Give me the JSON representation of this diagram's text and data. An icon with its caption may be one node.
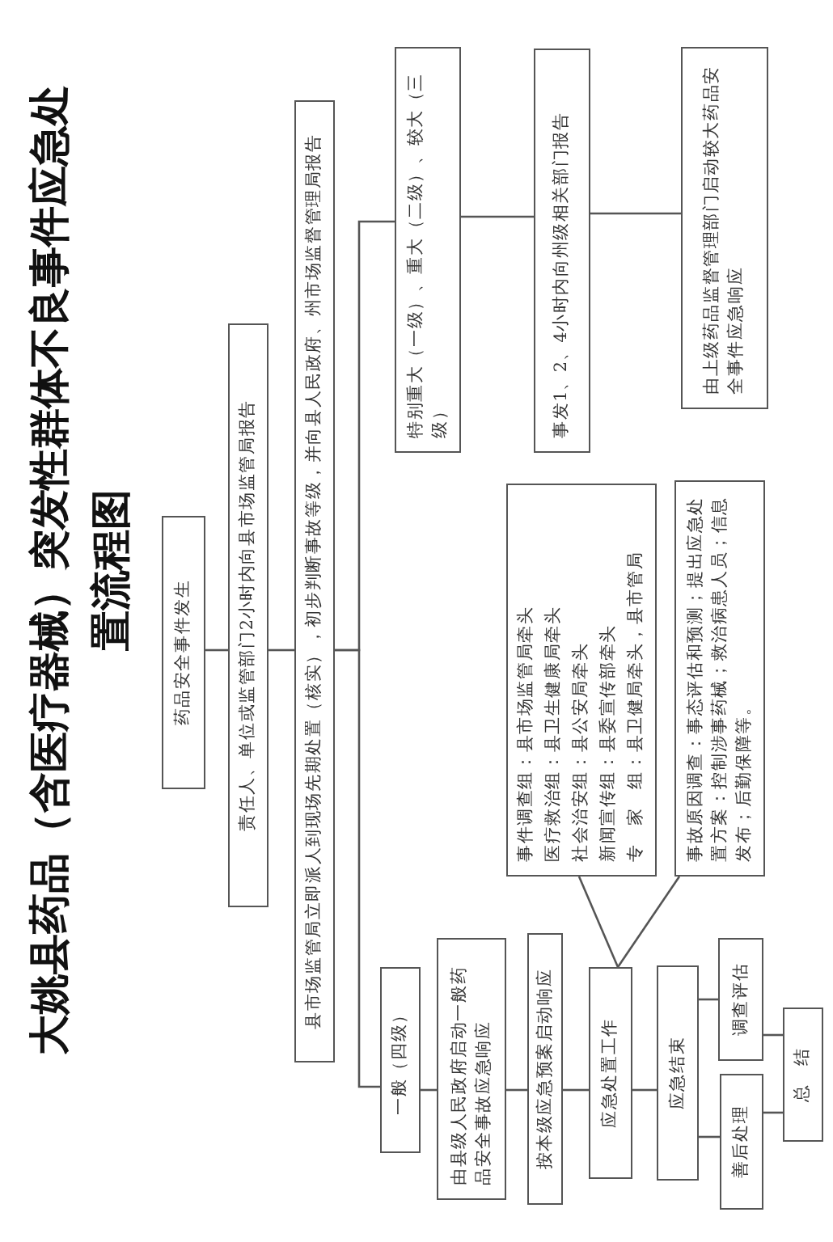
{
  "diagram": {
    "title": "大姚县药品（含医疗器械）突发性群体不良事件应急处置流程图",
    "nodes": [
      {
        "text": [
          "药品安全事件发生"
        ]
      },
      {
        "text": [
          "责任人、单位或监管部门2小时内向县市场监管局报告"
        ]
      },
      {
        "text": [
          "县市场监管局立即派人到现场先期处置（核实），初步判断事故等级，并向县人民政府、州市场监督管理局报告"
        ]
      },
      {
        "text": [
          "特别重大（一级）、重大（二级）、较大（三级）"
        ]
      },
      {
        "text": [
          "事发1、2、4小时内向州级相关部门报告"
        ]
      },
      {
        "text": [
          "由上级药品监督管理部门启动较大药品安全事件应急响应"
        ]
      },
      {
        "text": [
          "一般（四级）"
        ]
      },
      {
        "text": [
          "由县级人民政府启动一般药品安全事故应急响应"
        ]
      },
      {
        "text": [
          "按本级应急预案启动响应"
        ]
      },
      {
        "text": [
          "应急处置工作"
        ]
      },
      {
        "text": [
          "事件调查组：县市场监管局牵头",
          "医疗救治组：县卫生健康局牵头",
          "社会治安组：县公安局牵头",
          "新闻宣传组：县委宣传部牵头",
          "专　家　组：县卫健局牵头，县市管局"
        ]
      },
      {
        "text": [
          "事故原因调查：事态评估和预测；提出应急处置方案：控制涉事药械；救治病患人员；信息发布；后勤保障等。"
        ]
      },
      {
        "text": [
          "应急结束"
        ]
      },
      {
        "text": [
          "调查评估"
        ]
      },
      {
        "text": [
          "善后处理"
        ]
      },
      {
        "text": [
          "总　结"
        ]
      }
    ],
    "edges": [
      {
        "from": 0,
        "to": 1,
        "arrow": "none"
      },
      {
        "from": 1,
        "to": 2,
        "arrow": "none"
      },
      {
        "from": 2,
        "to": 3,
        "arrow": "none"
      },
      {
        "from": 2,
        "to": 6,
        "arrow": "none"
      },
      {
        "from": 3,
        "to": 4,
        "arrow": "none"
      },
      {
        "from": 4,
        "to": 5,
        "arrow": "none"
      },
      {
        "from": 6,
        "to": 7,
        "arrow": "none"
      },
      {
        "from": 7,
        "to": 8,
        "arrow": "none"
      },
      {
        "from": 8,
        "to": 9,
        "arrow": "none"
      },
      {
        "from": 9,
        "to": 10,
        "arrow": "none"
      },
      {
        "from": 9,
        "to": 11,
        "arrow": "none"
      },
      {
        "from": 9,
        "to": 12,
        "arrow": "none"
      },
      {
        "from": 12,
        "to": 13,
        "arrow": "none"
      },
      {
        "from": 12,
        "to": 14,
        "arrow": "none"
      },
      {
        "from": 13,
        "to": 15,
        "arrow": "none"
      },
      {
        "from": 14,
        "to": 15,
        "arrow": "none"
      }
    ]
  }
}
